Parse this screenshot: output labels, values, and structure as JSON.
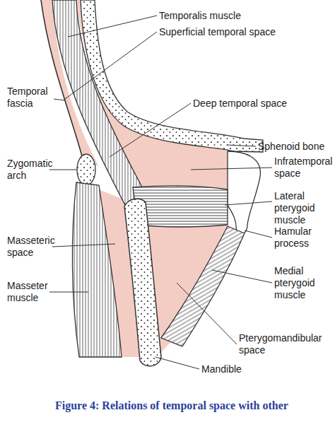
{
  "diagram": {
    "caption": "Figure 4: Relations of temporal space with other",
    "labels": [
      "Temporalis muscle",
      "Superficial temporal space",
      "Temporal fascia",
      "Deep temporal space",
      "Sphenoid bone",
      "Zygomatic arch",
      "Infratemporal space",
      "Lateral pterygoid muscle",
      "Hamular process",
      "Masseteric space",
      "Masseter muscle",
      "Medial pterygoid muscle",
      "Pterygomandibular space",
      "Mandible"
    ]
  }
}
